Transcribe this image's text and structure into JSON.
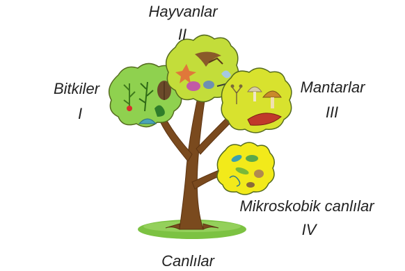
{
  "root_label": "Canlılar",
  "groups": [
    {
      "key": "plants",
      "name": "Bitkiler",
      "numeral": "I",
      "color": "#8fd14f"
    },
    {
      "key": "animals",
      "name": "Hayvanlar",
      "numeral": "II",
      "color": "#c3dd3a"
    },
    {
      "key": "fungi",
      "name": "Mantarlar",
      "numeral": "III",
      "color": "#d8e22e"
    },
    {
      "key": "microbes",
      "name": "Mikroskobik canlılar",
      "numeral": "IV",
      "color": "#f2ea1a"
    }
  ],
  "colors": {
    "trunk": "#7a4a1e",
    "grass": "#7cc242",
    "cloud_outline": "#556b1f"
  }
}
